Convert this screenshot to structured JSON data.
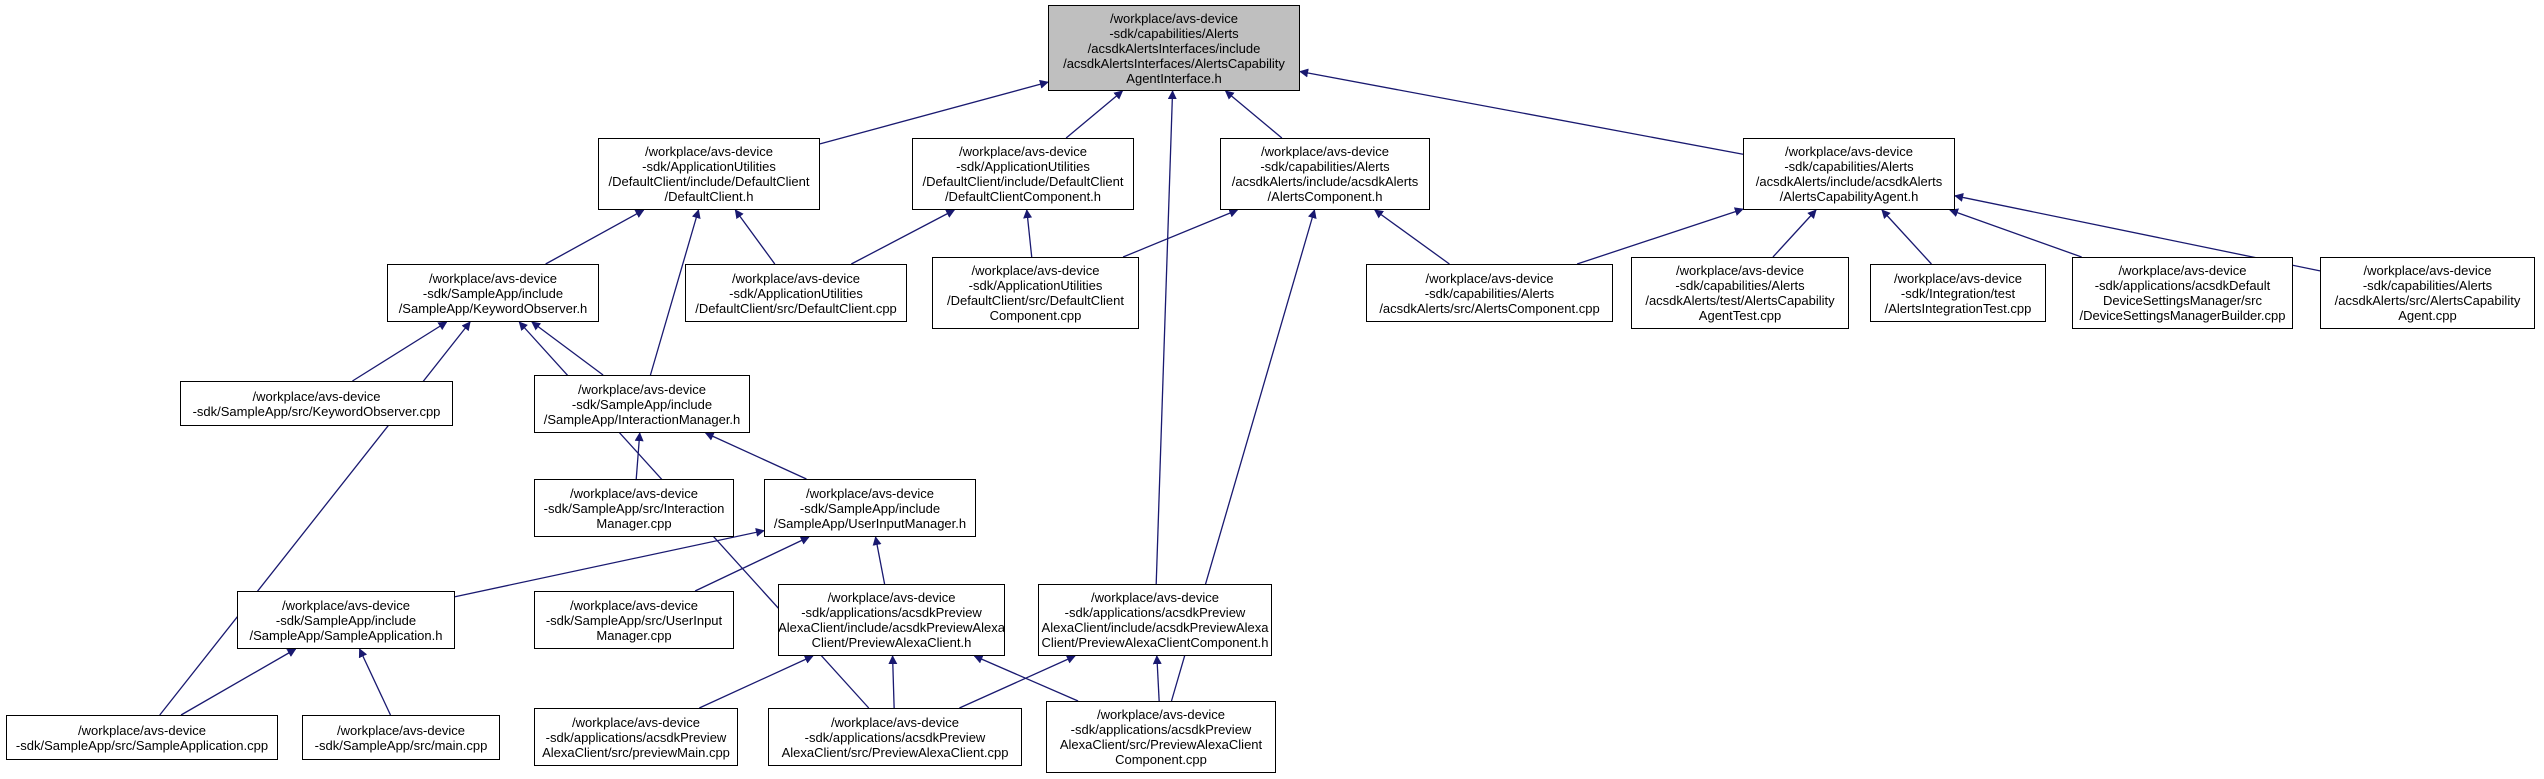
{
  "colors": {
    "edge": "#191970",
    "root_fill": "#bfbfbf",
    "node_fill": "#ffffff",
    "border": "#000000"
  },
  "nodes": {
    "root": "/workplace/avs-device\n-sdk/capabilities/Alerts\n/acsdkAlertsInterfaces/include\n/acsdkAlertsInterfaces/AlertsCapability\nAgentInterface.h",
    "default_client_h": "/workplace/avs-device\n-sdk/ApplicationUtilities\n/DefaultClient/include/DefaultClient\n/DefaultClient.h",
    "default_client_component_h": "/workplace/avs-device\n-sdk/ApplicationUtilities\n/DefaultClient/include/DefaultClient\n/DefaultClientComponent.h",
    "alerts_component_h": "/workplace/avs-device\n-sdk/capabilities/Alerts\n/acsdkAlerts/include/acsdkAlerts\n/AlertsComponent.h",
    "alerts_capability_agent_h": "/workplace/avs-device\n-sdk/capabilities/Alerts\n/acsdkAlerts/include/acsdkAlerts\n/AlertsCapabilityAgent.h",
    "keyword_observer_h": "/workplace/avs-device\n-sdk/SampleApp/include\n/SampleApp/KeywordObserver.h",
    "default_client_cpp": "/workplace/avs-device\n-sdk/ApplicationUtilities\n/DefaultClient/src/DefaultClient.cpp",
    "default_client_component_cpp": "/workplace/avs-device\n-sdk/ApplicationUtilities\n/DefaultClient/src/DefaultClient\nComponent.cpp",
    "alerts_component_cpp": "/workplace/avs-device\n-sdk/capabilities/Alerts\n/acsdkAlerts/src/AlertsComponent.cpp",
    "alerts_capability_agent_test_cpp": "/workplace/avs-device\n-sdk/capabilities/Alerts\n/acsdkAlerts/test/AlertsCapability\nAgentTest.cpp",
    "alerts_integration_test_cpp": "/workplace/avs-device\n-sdk/Integration/test\n/AlertsIntegrationTest.cpp",
    "device_settings_manager_builder_cpp": "/workplace/avs-device\n-sdk/applications/acsdkDefault\nDeviceSettingsManager/src\n/DeviceSettingsManagerBuilder.cpp",
    "alerts_capability_agent_cpp": "/workplace/avs-device\n-sdk/capabilities/Alerts\n/acsdkAlerts/src/AlertsCapability\nAgent.cpp",
    "keyword_observer_cpp": "/workplace/avs-device\n-sdk/SampleApp/src/KeywordObserver.cpp",
    "interaction_manager_h": "/workplace/avs-device\n-sdk/SampleApp/include\n/SampleApp/InteractionManager.h",
    "interaction_manager_cpp": "/workplace/avs-device\n-sdk/SampleApp/src/Interaction\nManager.cpp",
    "user_input_manager_h": "/workplace/avs-device\n-sdk/SampleApp/include\n/SampleApp/UserInputManager.h",
    "sample_application_h": "/workplace/avs-device\n-sdk/SampleApp/include\n/SampleApp/SampleApplication.h",
    "user_input_manager_cpp": "/workplace/avs-device\n-sdk/SampleApp/src/UserInput\nManager.cpp",
    "preview_alexa_client_h": "/workplace/avs-device\n-sdk/applications/acsdkPreview\nAlexaClient/include/acsdkPreviewAlexa\nClient/PreviewAlexaClient.h",
    "preview_alexa_client_component_h": "/workplace/avs-device\n-sdk/applications/acsdkPreview\nAlexaClient/include/acsdkPreviewAlexa\nClient/PreviewAlexaClientComponent.h",
    "sample_application_cpp": "/workplace/avs-device\n-sdk/SampleApp/src/SampleApplication.cpp",
    "main_cpp": "/workplace/avs-device\n-sdk/SampleApp/src/main.cpp",
    "preview_main_cpp": "/workplace/avs-device\n-sdk/applications/acsdkPreview\nAlexaClient/src/previewMain.cpp",
    "preview_alexa_client_cpp": "/workplace/avs-device\n-sdk/applications/acsdkPreview\nAlexaClient/src/PreviewAlexaClient.cpp",
    "preview_alexa_client_component_cpp": "/workplace/avs-device\n-sdk/applications/acsdkPreview\nAlexaClient/src/PreviewAlexaClient\nComponent.cpp"
  },
  "edges": [
    [
      "default_client_h",
      "root"
    ],
    [
      "default_client_component_h",
      "root"
    ],
    [
      "alerts_component_h",
      "root"
    ],
    [
      "alerts_capability_agent_h",
      "root"
    ],
    [
      "preview_alexa_client_component_h",
      "root"
    ],
    [
      "keyword_observer_h",
      "default_client_h"
    ],
    [
      "default_client_cpp",
      "default_client_h"
    ],
    [
      "interaction_manager_h",
      "default_client_h"
    ],
    [
      "default_client_cpp",
      "default_client_component_h"
    ],
    [
      "default_client_component_cpp",
      "default_client_component_h"
    ],
    [
      "default_client_component_cpp",
      "alerts_component_h"
    ],
    [
      "alerts_component_cpp",
      "alerts_component_h"
    ],
    [
      "preview_alexa_client_component_cpp",
      "alerts_component_h"
    ],
    [
      "alerts_component_cpp",
      "alerts_capability_agent_h"
    ],
    [
      "alerts_capability_agent_test_cpp",
      "alerts_capability_agent_h"
    ],
    [
      "alerts_integration_test_cpp",
      "alerts_capability_agent_h"
    ],
    [
      "device_settings_manager_builder_cpp",
      "alerts_capability_agent_h"
    ],
    [
      "alerts_capability_agent_cpp",
      "alerts_capability_agent_h"
    ],
    [
      "keyword_observer_cpp",
      "keyword_observer_h"
    ],
    [
      "interaction_manager_h",
      "keyword_observer_h"
    ],
    [
      "sample_application_cpp",
      "keyword_observer_h"
    ],
    [
      "preview_alexa_client_cpp",
      "keyword_observer_h"
    ],
    [
      "interaction_manager_cpp",
      "interaction_manager_h"
    ],
    [
      "user_input_manager_h",
      "interaction_manager_h"
    ],
    [
      "sample_application_h",
      "user_input_manager_h"
    ],
    [
      "user_input_manager_cpp",
      "user_input_manager_h"
    ],
    [
      "preview_alexa_client_h",
      "user_input_manager_h"
    ],
    [
      "sample_application_cpp",
      "sample_application_h"
    ],
    [
      "main_cpp",
      "sample_application_h"
    ],
    [
      "preview_main_cpp",
      "preview_alexa_client_h"
    ],
    [
      "preview_alexa_client_cpp",
      "preview_alexa_client_h"
    ],
    [
      "preview_alexa_client_component_cpp",
      "preview_alexa_client_h"
    ],
    [
      "preview_alexa_client_cpp",
      "preview_alexa_client_component_h"
    ],
    [
      "preview_alexa_client_component_cpp",
      "preview_alexa_client_component_h"
    ]
  ]
}
